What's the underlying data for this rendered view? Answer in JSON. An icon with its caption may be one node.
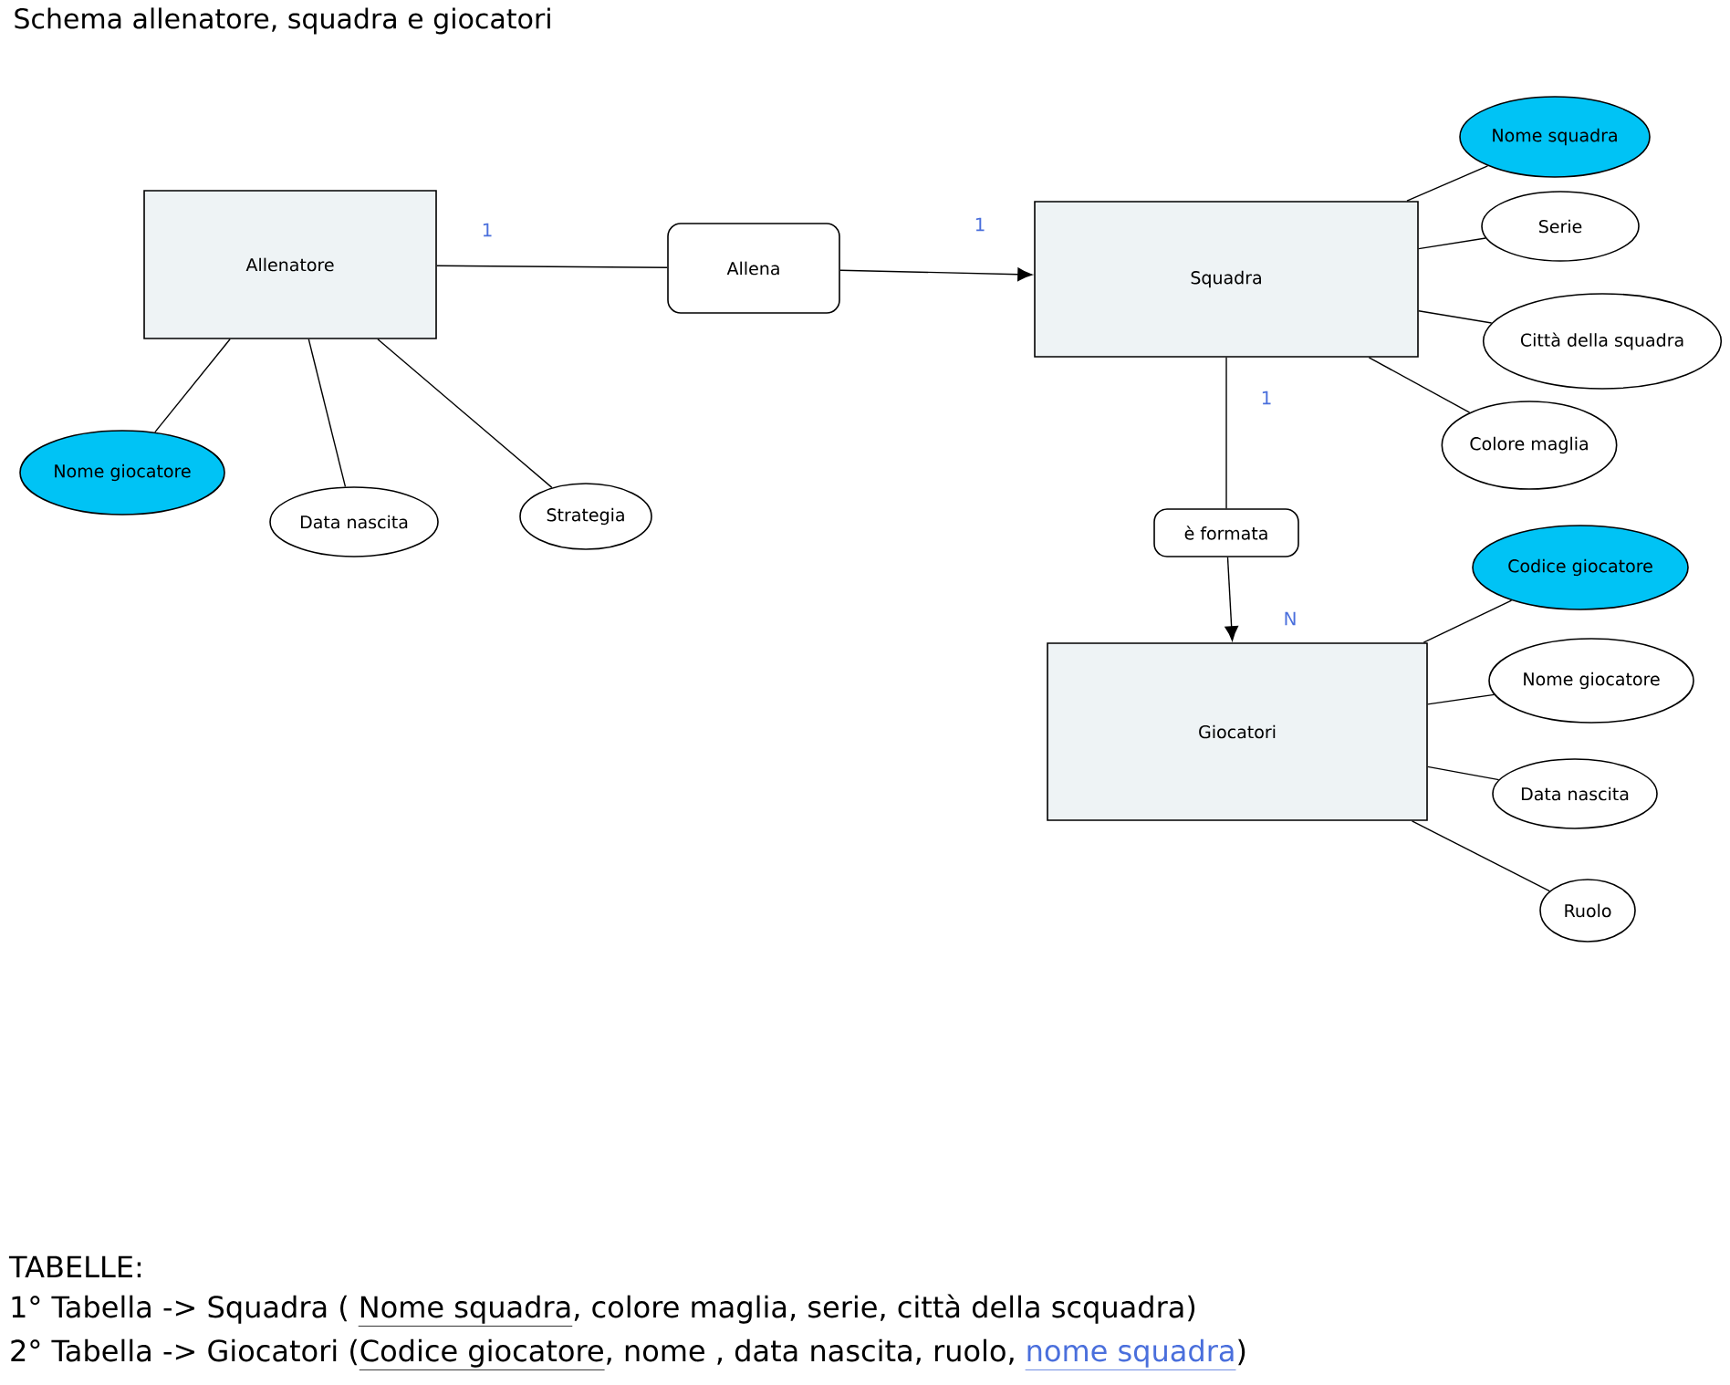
{
  "diagram": {
    "title": "Schema allenatore, squadra e giocatori",
    "nodes": [
      {
        "text": [
          "Allenatore"
        ]
      },
      {
        "text": [
          "Allena"
        ]
      },
      {
        "text": [
          "Squadra"
        ]
      },
      {
        "text": [
          "è formata"
        ]
      },
      {
        "text": [
          "Giocatori"
        ]
      },
      {
        "text": [
          "Nome giocatore"
        ]
      },
      {
        "text": [
          "Data nascita"
        ]
      },
      {
        "text": [
          "Strategia"
        ]
      },
      {
        "text": [
          "Nome squadra"
        ]
      },
      {
        "text": [
          "Serie"
        ]
      },
      {
        "text": [
          "Città della squadra"
        ]
      },
      {
        "text": [
          "Colore maglia"
        ]
      },
      {
        "text": [
          "Codice giocatore"
        ]
      },
      {
        "text": [
          "Nome giocatore"
        ]
      },
      {
        "text": [
          "Data nascita"
        ]
      },
      {
        "text": [
          "Ruolo"
        ]
      }
    ],
    "edges": [
      {
        "from": 0,
        "to": 1,
        "arrow": "none",
        "label": "1"
      },
      {
        "from": 1,
        "to": 2,
        "arrow": "to",
        "label": "1"
      },
      {
        "from": 2,
        "to": 3,
        "arrow": "none",
        "label": "1"
      },
      {
        "from": 3,
        "to": 4,
        "arrow": "to",
        "label": "N"
      },
      {
        "from": 0,
        "to": 5,
        "arrow": "none"
      },
      {
        "from": 0,
        "to": 6,
        "arrow": "none"
      },
      {
        "from": 0,
        "to": 7,
        "arrow": "none"
      },
      {
        "from": 2,
        "to": 8,
        "arrow": "none"
      },
      {
        "from": 2,
        "to": 9,
        "arrow": "none"
      },
      {
        "from": 2,
        "to": 10,
        "arrow": "none"
      },
      {
        "from": 2,
        "to": 11,
        "arrow": "none"
      },
      {
        "from": 4,
        "to": 12,
        "arrow": "none"
      },
      {
        "from": 4,
        "to": 13,
        "arrow": "none"
      },
      {
        "from": 4,
        "to": 14,
        "arrow": "none"
      },
      {
        "from": 4,
        "to": 15,
        "arrow": "none"
      }
    ],
    "labels": [
      "TABELLE:",
      "1° Tabella -> Squadra (",
      "Nome squadra",
      ", colore maglia, serie, città della scquadra)",
      "2° Tabella -> Giocatori (",
      "Codice giocatore",
      ", nome , data nascita, ruolo,",
      "nome squadra",
      ")"
    ]
  }
}
